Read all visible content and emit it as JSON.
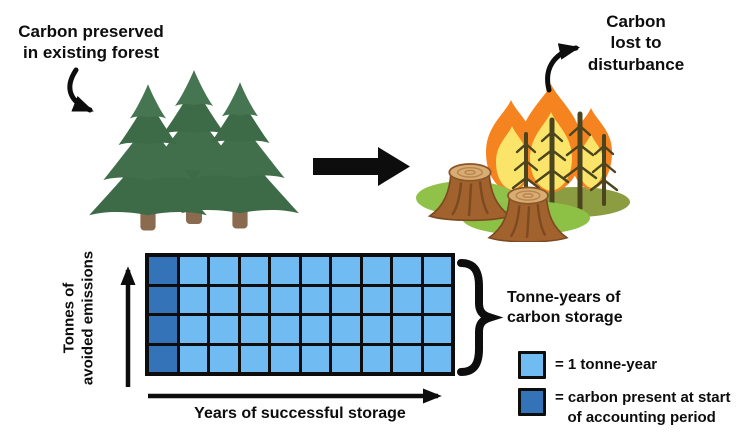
{
  "colors": {
    "light_blue": "#6FBBF2",
    "dark_blue": "#3473B8",
    "outline_black": "#0d0d0d",
    "tree_green": "#3E6B47",
    "flame_orange": "#F5831F",
    "flame_yellow": "#FAE469"
  },
  "top_section": {
    "preserved_label": "Carbon preserved\nin existing forest",
    "lost_label": "Carbon\nlost to\ndisturbance"
  },
  "chart": {
    "y_axis_label": "Tonnes of\navoided emissions",
    "x_axis_label": "Years of successful storage",
    "brace_label": "Tonne-years of\ncarbon storage"
  },
  "legend": {
    "items": [
      {
        "swatch_color": "#6FBBF2",
        "label": "= 1 tonne-year"
      },
      {
        "swatch_color": "#3473B8",
        "label": "= carbon present at start\n   of accounting period"
      }
    ]
  },
  "chart_data": {
    "type": "heatmap",
    "rows": 4,
    "columns": 10,
    "dark_columns": 1,
    "total_cells": 40,
    "xlabel": "Years of successful storage",
    "ylabel": "Tonnes of avoided emissions",
    "light_cell_meaning": "1 tonne-year",
    "dark_cell_meaning": "carbon present at start of accounting period",
    "light_cell_color": "#6FBBF2",
    "dark_cell_color": "#3473B8",
    "grid_lines": "black",
    "brace_annotation": "Tonne-years of carbon storage"
  }
}
